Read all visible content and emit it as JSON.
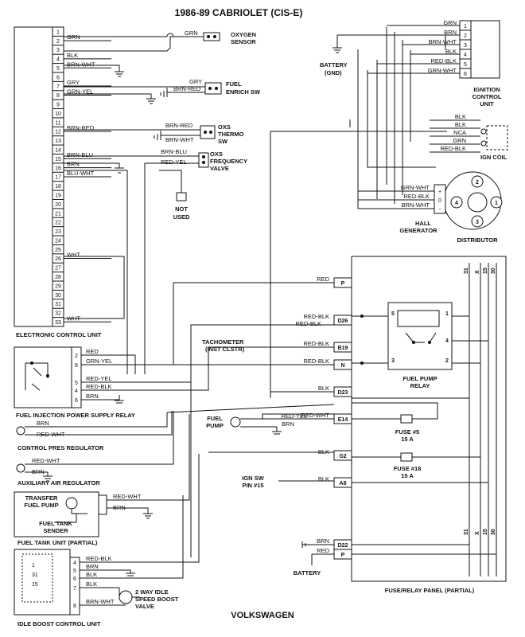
{
  "title": "1986-89 CABRIOLET (CIS-E)",
  "footer": "VOLKSWAGEN",
  "ecu": {
    "label": "ELECTRONIC CONTROL UNIT",
    "pins": [
      "1",
      "2",
      "3",
      "4",
      "5",
      "6",
      "7",
      "8",
      "9",
      "10",
      "11",
      "12",
      "13",
      "14",
      "15",
      "16",
      "17",
      "18",
      "19",
      "20",
      "21",
      "22",
      "23",
      "24",
      "25",
      "26",
      "27",
      "28",
      "29",
      "30",
      "31",
      "32",
      "33"
    ],
    "wires": [
      {
        "pin": 2,
        "text": "GRN"
      },
      {
        "pin": 4,
        "text": "BLK"
      },
      {
        "pin": 5,
        "text": "BRN-WHT"
      },
      {
        "pin": 7,
        "text": "GRY"
      },
      {
        "pin": 8,
        "text": "GRN-YEL"
      },
      {
        "pin": 12,
        "text": "BRN-RED"
      },
      {
        "pin": 15,
        "text": "BRN-BLU"
      },
      {
        "pin": 16,
        "text": "BRN"
      },
      {
        "pin": 17,
        "text": "BLU-WHT"
      },
      {
        "pin": 26,
        "text": "WHT"
      },
      {
        "pin": 33,
        "text": "WHT"
      }
    ]
  },
  "sensors": {
    "oxygen": {
      "label1": "OXYGEN",
      "label2": "SENSOR",
      "wire": "GRN"
    },
    "fuel_enrich": {
      "label1": "FUEL",
      "label2": "ENRICH SW",
      "wire1": "GRY",
      "wire2": "BRN-RED"
    },
    "oxs_thermo": {
      "label1": "OXS",
      "label2": "THERMO",
      "label3": "SW",
      "wire1": "BRN-RED",
      "wire2": "BRN-WHT"
    },
    "oxs_freq": {
      "label1": "OXS",
      "label2": "FREQUENCY",
      "label3": "VALVE",
      "wire1": "BRN-BLU",
      "wire2": "RED-YEL"
    },
    "not_used": {
      "label1": "NOT",
      "label2": "USED"
    }
  },
  "ignition": {
    "battery": {
      "label1": "BATTERY",
      "label2": "(GND)"
    },
    "icu": {
      "label1": "IGNITION",
      "label2": "CONTROL",
      "label3": "UNIT",
      "pins": [
        "1",
        "2",
        "3",
        "4",
        "5",
        "6"
      ],
      "wires": [
        "GRN",
        "BRN",
        "BRN-WHT",
        "BLK",
        "RED-BLK",
        "GRN-WHT"
      ]
    },
    "coil": {
      "label": "IGN COIL",
      "wires": [
        "BLK",
        "BLK",
        "NCA",
        "GRN",
        "RED-BLK"
      ]
    },
    "hall": {
      "label1": "HALL",
      "label2": "GENERATOR",
      "wires": [
        "GRN-WHT",
        "RED-BLK",
        "BRN-WHT"
      ],
      "terminals": [
        "+",
        "0",
        "-"
      ]
    },
    "distributor": {
      "label": "DISTRIBUTOR",
      "numbers": [
        "1",
        "2",
        "3",
        "4"
      ]
    }
  },
  "relay_psu": {
    "label": "FUEL INJECTION POWER SUPPLY RELAY",
    "pins": [
      "2",
      "8",
      "5",
      "4",
      "6"
    ],
    "wires": [
      "RED",
      "GRN-YEL",
      "RED-YEL",
      "RED-BLK",
      "BRN"
    ]
  },
  "cpr": {
    "label": "CONTROL PRES REGULATOR",
    "wires": [
      "BRN",
      "RED-WHT"
    ]
  },
  "aux_air": {
    "label": "AUXILIARY AIR REGULATOR",
    "wires": [
      "RED-WHT",
      "BRN"
    ]
  },
  "fuel_tank": {
    "label": "FUEL TANK UNIT (PARTIAL)",
    "pump_label1": "TRANSFER",
    "pump_label2": "FUEL PUMP",
    "sender_label1": "FUEL TANK",
    "sender_label2": "SENDER",
    "wires": [
      "RED-WHT",
      "BRN"
    ]
  },
  "idle_boost": {
    "label": "IDLE BOOST CONTROL UNIT",
    "terminals": [
      "1",
      "31",
      "15"
    ],
    "pins": [
      "4",
      "5",
      "6",
      "7",
      "8"
    ],
    "wires": [
      "RED-BLK",
      "BRN",
      "BLK",
      "BLK",
      "BRN-WHT"
    ],
    "valve_label1": "2 WAY IDLE",
    "valve_label2": "SPEED BOOST",
    "valve_label3": "VALVE"
  },
  "panel": {
    "label": "FUSE/RELAY PANEL (PARTIAL)",
    "bus": [
      "31",
      "X",
      "15",
      "30"
    ],
    "connectors": [
      {
        "id": "P",
        "wire": "RED"
      },
      {
        "id": "D26",
        "wire": "RED-BLK"
      },
      {
        "id": "B19",
        "wire": "RED-BLK"
      },
      {
        "id": "N",
        "wire": "RED-BLK"
      },
      {
        "id": "D23",
        "wire": "BLK"
      },
      {
        "id": "E14",
        "wire": "RED-WHT"
      },
      {
        "id": "G2",
        "wire": "BLK"
      },
      {
        "id": "A8",
        "wire": "BLK"
      },
      {
        "id": "D22",
        "wire": "BRN"
      },
      {
        "id": "P",
        "wire": "RED"
      }
    ],
    "extra_wires": {
      "d26_lower": "RED-BLK",
      "e14_lower": "RED-YEL",
      "e14_lower2": "BRN"
    },
    "tachometer": {
      "label1": "TACHOMETER",
      "label2": "(INST CLSTR)"
    },
    "fuel_pump": {
      "label1": "FUEL",
      "label2": "PUMP"
    },
    "ign_sw": {
      "label1": "IGN SW",
      "label2": "PIN #15"
    },
    "battery": "BATTERY",
    "fuse5": {
      "label1": "FUSE #5",
      "label2": "15 A"
    },
    "fuse18": {
      "label1": "FUSE #18",
      "label2": "15 A"
    },
    "fpr": {
      "label1": "FUEL PUMP",
      "label2": "RELAY",
      "pins": [
        "5",
        "1",
        "4",
        "3",
        "2"
      ]
    }
  }
}
